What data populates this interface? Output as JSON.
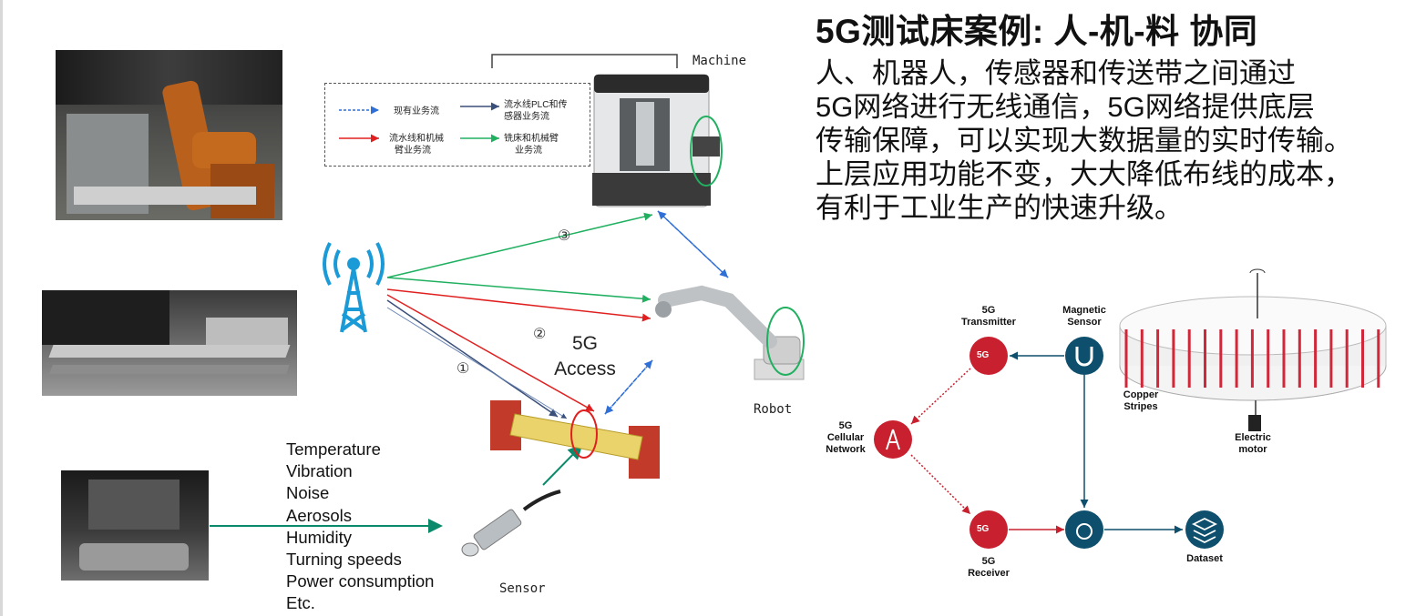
{
  "title": "5G测试床案例: 人-机-料 协同",
  "description": [
    "人、机器人，传感器和传送带之间通过",
    "5G网络进行无线通信，5G网络提供底层",
    "传输保障，可以实现大数据量的实时传输。",
    "上层应用功能不变，大大降低布线的成本，",
    "有利于工业生产的快速升级。"
  ],
  "legend": {
    "existing": "现有业务流",
    "line_plc": [
      "流水线PLC和传",
      "感器业务流"
    ],
    "line_arm": [
      "流水线和机械",
      "臂业务流"
    ],
    "mill_arm": [
      "铣床和机械臂",
      "业务流"
    ]
  },
  "labels": {
    "machine": "Machine",
    "robot": "Robot",
    "sensor": "Sensor",
    "access_line1": "5G",
    "access_line2": "Access",
    "num1": "①",
    "num2": "②",
    "num3": "③"
  },
  "sensor_params": [
    "Temperature",
    "Vibration",
    "Noise",
    "Aerosols",
    "Humidity",
    "Turning speeds",
    "Power consumption",
    "Etc."
  ],
  "diagram": {
    "transmitter": [
      "5G",
      "Transmitter"
    ],
    "magnetic": [
      "Magnetic",
      "Sensor"
    ],
    "cellular": [
      "5G",
      "Cellular",
      "Network"
    ],
    "receiver": [
      "5G",
      "Receiver"
    ],
    "dataset": "Dataset",
    "copper": [
      "Copper",
      "Stripes"
    ],
    "motor": [
      "Electric",
      "motor"
    ],
    "badge": "5G"
  },
  "colors": {
    "blue_flow": "#2f6fd6",
    "dark_flow": "#3a4f7a",
    "red_flow": "#e02020",
    "green_flow": "#20b060",
    "node_red": "#c8202e",
    "node_teal": "#0d4f6c",
    "arrow_green": "#0a8a6a"
  }
}
